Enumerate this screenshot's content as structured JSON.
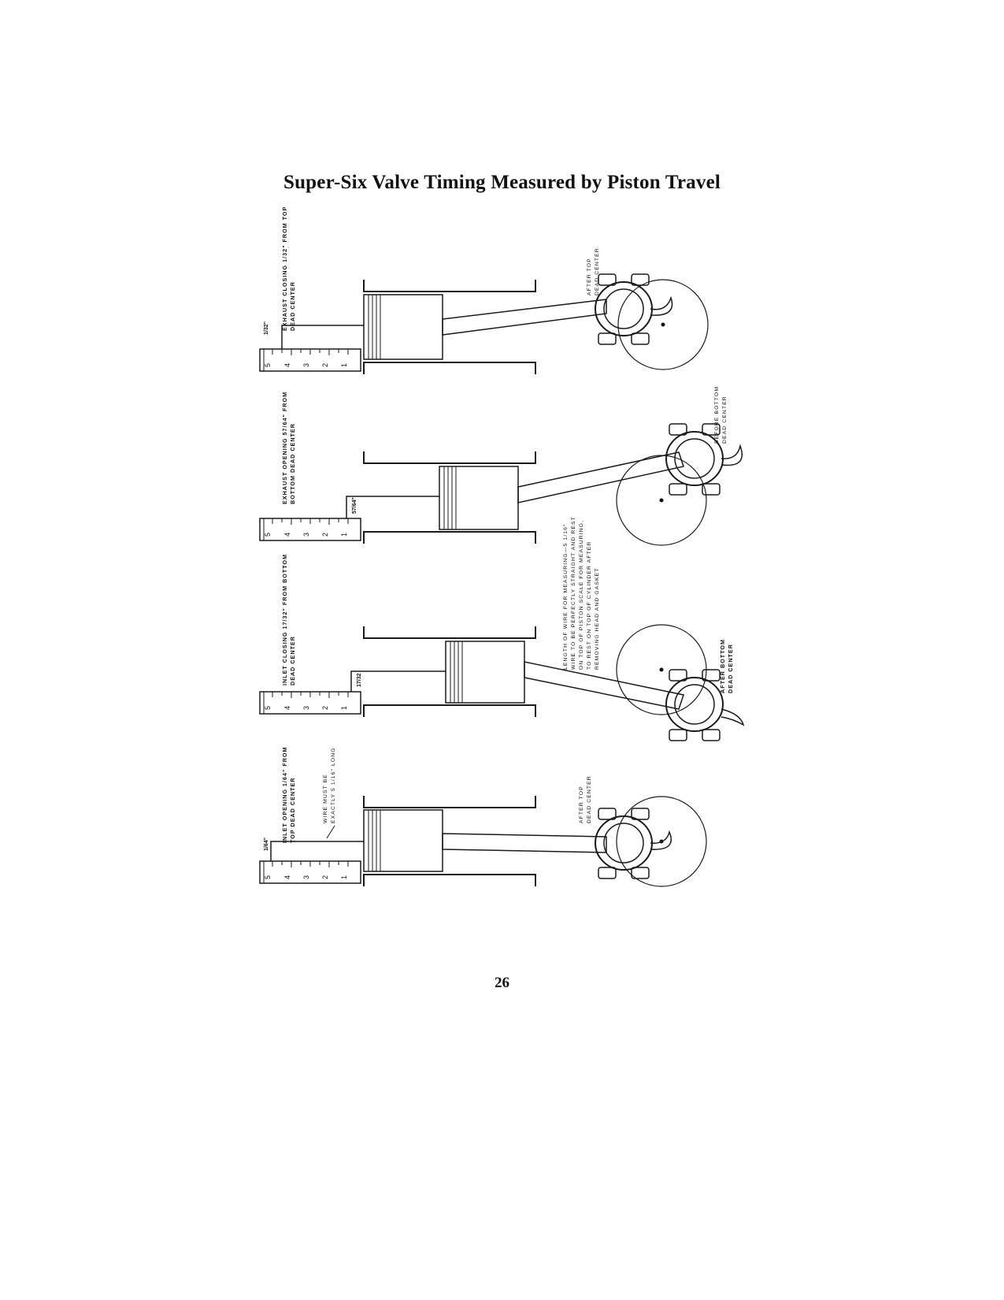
{
  "title": "Super-Six Valve Timing Measured by Piston Travel",
  "page_number": "26",
  "scale_numbers": [
    "5",
    "4",
    "3",
    "2",
    "1"
  ],
  "diagrams": [
    {
      "caption_1": "EXHAUST CLOSING",
      "caption_frac": "1/32",
      "caption_2": "\" FROM TOP",
      "caption_3": "DEAD CENTER",
      "gauge": "1/32\"",
      "position": "AFTER TOP",
      "position_2": "DEAD CENTER"
    },
    {
      "caption_1": "EXHAUST OPENING",
      "caption_frac": "57/64",
      "caption_2": "\" FROM",
      "caption_3": "BOTTOM DEAD CENTER",
      "gauge": "57/64\"",
      "position": "BEFORE BOTTOM",
      "position_2": "DEAD CENTER"
    },
    {
      "caption_1": "INLET CLOSING",
      "caption_frac": "17/32",
      "caption_2": "\" FROM BOTTOM",
      "caption_3": "DEAD CENTER",
      "gauge": "17/32",
      "position": "AFTER BOTTOM",
      "position_2": "DEAD CENTER"
    },
    {
      "caption_1": "INLET OPENING",
      "caption_frac": "1/64",
      "caption_2": "\" FROM",
      "caption_3": "TOP DEAD CENTER",
      "gauge": "1/64\"",
      "position": "AFTER TOP",
      "position_2": "DEAD CENTER"
    }
  ],
  "wire_note": {
    "line1": "LENGTH OF WIRE FOR MEASURING—5 1/16\"",
    "line2": "WIRE TO BE PERFECTLY STRAIGHT AND REST",
    "line3": "ON TOP OF PISTON SCALE FOR MEASURING,",
    "line4": "TO REST ON TOP OF CYLINDER AFTER",
    "line5": "REMOVING HEAD AND GASKET"
  },
  "wire_must": {
    "line1": "WIRE MUST BE",
    "line2": "EXACTLY 5 1/16\" LONG"
  }
}
